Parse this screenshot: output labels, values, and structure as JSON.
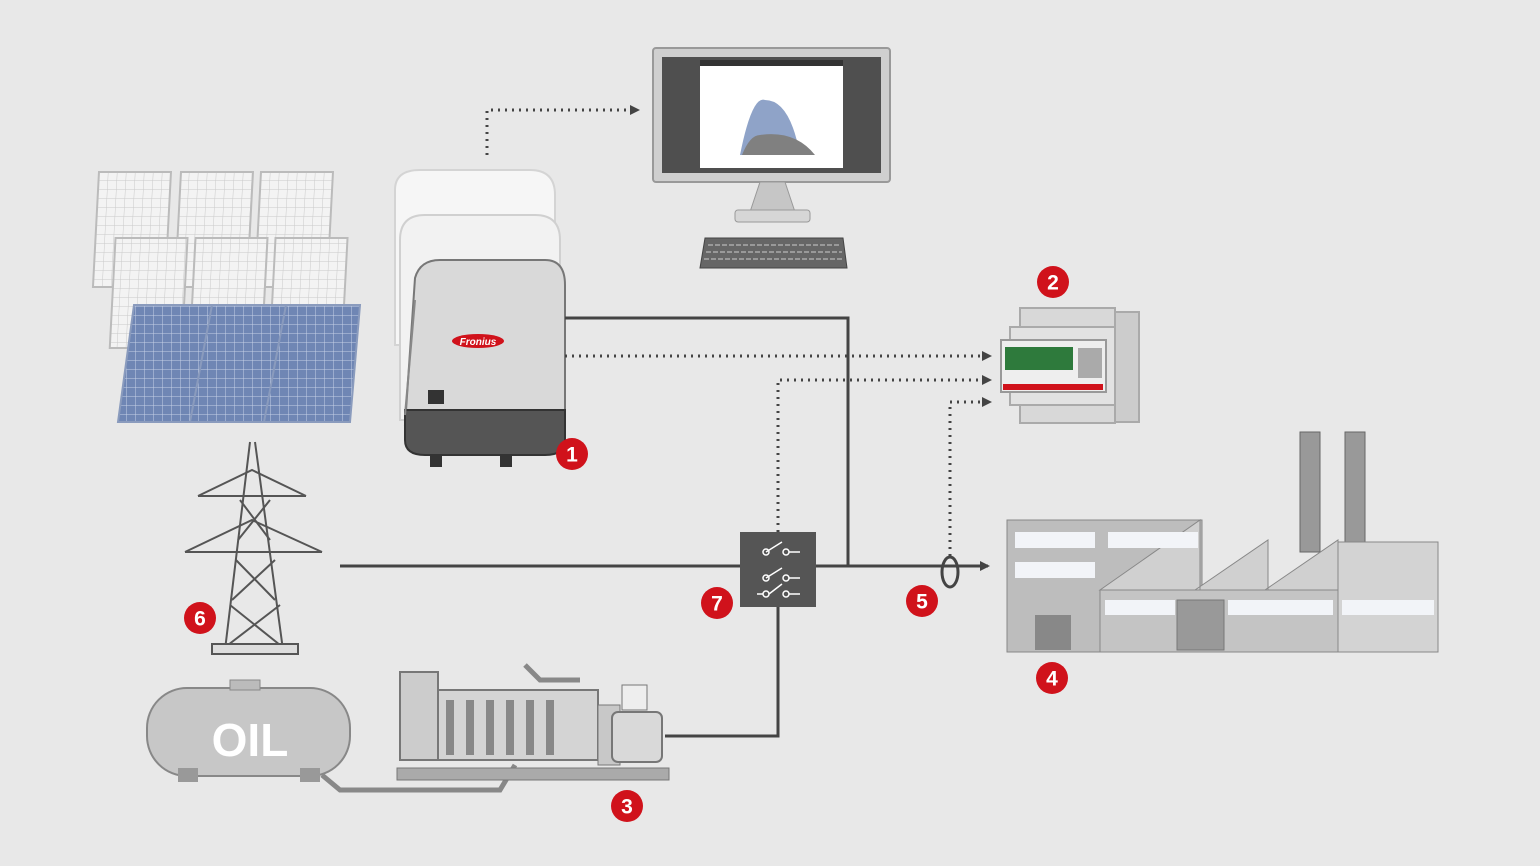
{
  "diagram": {
    "badges": [
      "1",
      "2",
      "3",
      "4",
      "5",
      "6",
      "7"
    ],
    "oil_tank_label": "OIL",
    "logo_text": "Fronius",
    "colors": {
      "background": "#e8e8e8",
      "badge": "#d0121b",
      "line": "#444444",
      "panel_blue": "#6f86b4",
      "display_green": "#2e7a3c"
    }
  }
}
